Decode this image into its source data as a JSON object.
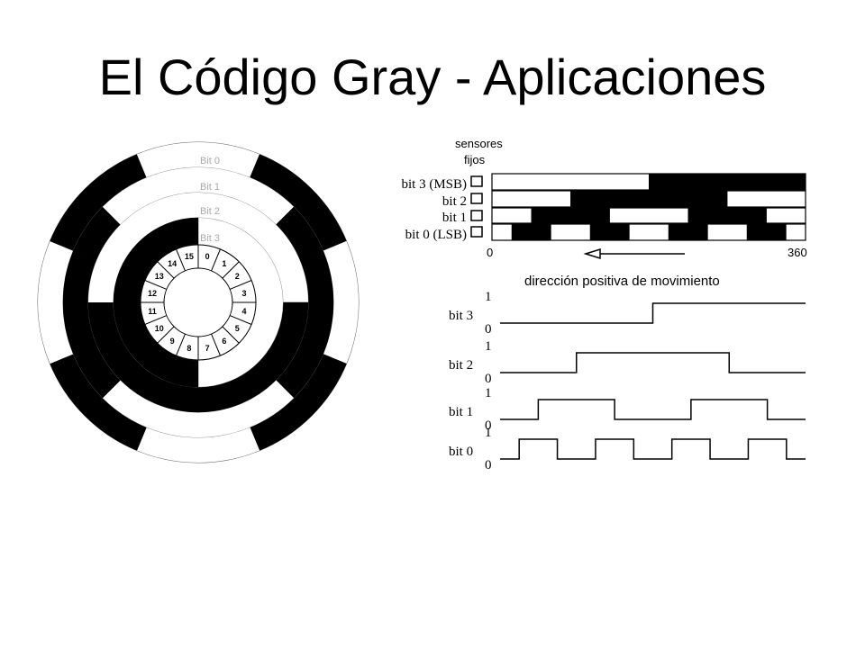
{
  "slide": {
    "title": "El Código Gray - Aplicaciones"
  },
  "disk": {
    "ring_labels": [
      "Bit 0",
      "Bit 1",
      "Bit 2",
      "Bit 3"
    ],
    "sectors": 16,
    "sector_numbers": [
      "0",
      "1",
      "2",
      "3",
      "4",
      "5",
      "6",
      "7",
      "8",
      "9",
      "10",
      "11",
      "12",
      "13",
      "14",
      "15"
    ],
    "fill_color": "#000000",
    "empty_color": "#ffffff"
  },
  "linear": {
    "sensors_label_1": "sensores",
    "sensors_label_2": "fijos",
    "track_labels": [
      "bit 3 (MSB)",
      "bit 2",
      "bit 1",
      "bit 0 (LSB)"
    ],
    "axis_start": "0",
    "axis_end": "360",
    "direction_label": "dirección positiva de movimiento"
  },
  "waveforms": {
    "rows": [
      {
        "label": "bit 3",
        "high": "1",
        "low": "0",
        "levels": [
          0,
          0,
          0,
          0,
          0,
          0,
          0,
          0,
          1,
          1,
          1,
          1,
          1,
          1,
          1,
          1
        ]
      },
      {
        "label": "bit 2",
        "high": "1",
        "low": "0",
        "levels": [
          0,
          0,
          0,
          0,
          1,
          1,
          1,
          1,
          1,
          1,
          1,
          1,
          0,
          0,
          0,
          0
        ]
      },
      {
        "label": "bit 1",
        "high": "1",
        "low": "0",
        "levels": [
          0,
          0,
          1,
          1,
          1,
          1,
          0,
          0,
          0,
          0,
          1,
          1,
          1,
          1,
          0,
          0
        ]
      },
      {
        "label": "bit 0",
        "high": "1",
        "low": "0",
        "levels": [
          0,
          1,
          1,
          0,
          0,
          1,
          1,
          0,
          0,
          1,
          1,
          0,
          0,
          1,
          1,
          0
        ]
      }
    ]
  }
}
